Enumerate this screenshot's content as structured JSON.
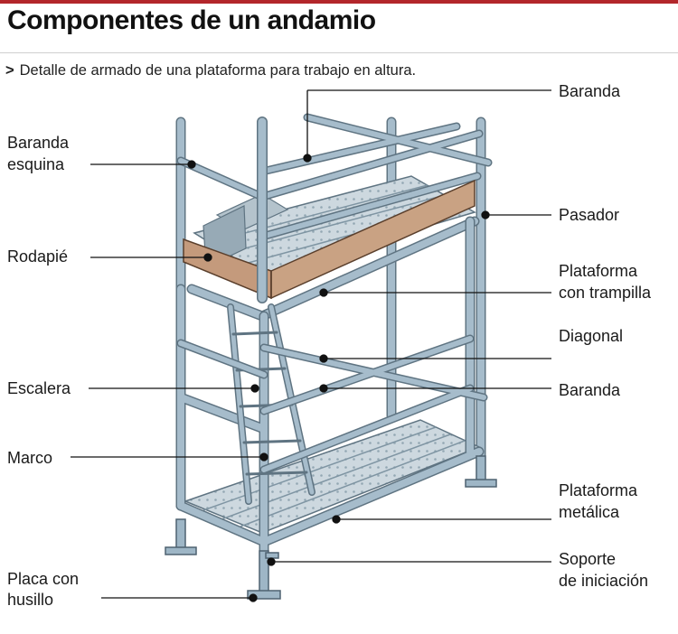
{
  "title": "Componentes de un andamio",
  "subtitle": "Detalle de armado de una plataforma para trabajo en altura.",
  "subtitle_marker": ">",
  "labels": {
    "baranda_top": "Baranda",
    "baranda_esquina_1": "Baranda",
    "baranda_esquina_2": "esquina",
    "pasador": "Pasador",
    "rodapie": "Rodapié",
    "plataforma_trampilla_1": "Plataforma",
    "plataforma_trampilla_2": "con trampilla",
    "diagonal": "Diagonal",
    "escalera": "Escalera",
    "baranda_mid": "Baranda",
    "marco": "Marco",
    "plataforma_metalica_1": "Plataforma",
    "plataforma_metalica_2": "metálica",
    "soporte_1": "Soporte",
    "soporte_2": "de iniciación",
    "placa_1": "Placa con",
    "placa_2": "husillo"
  },
  "colors": {
    "accent_bar": "#b3262b",
    "tube": "#9eb6c6",
    "tube_edge": "#5f7482",
    "deck": "#c9d5dc",
    "toeboard": "#c49a7c",
    "leader": "#111111"
  }
}
